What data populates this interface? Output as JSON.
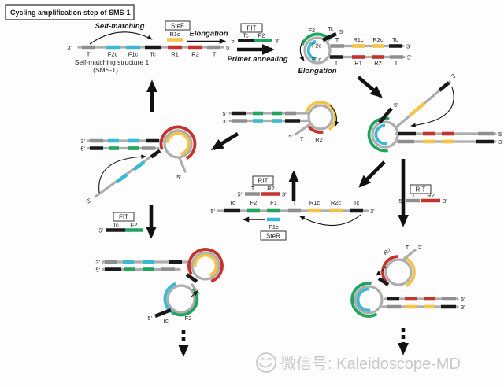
{
  "title": "Cycling amplification step of SMS-1",
  "colors": {
    "cyan": "#3BB8D4",
    "green": "#21A45D",
    "red": "#C5332D",
    "yellow": "#F2C449",
    "strand_gray": "#ADADAD",
    "segment_gray": "#8F8F8F",
    "black": "#1A1A1A",
    "watermark_gray": "#C9C9C9"
  },
  "sms1": {
    "self_matching": "Self-matching",
    "end3": "3'",
    "end5": "5'",
    "segments": [
      "T",
      "F2c",
      "F1c",
      "Tc",
      "R1",
      "R2",
      "T"
    ],
    "caption1": "Self-matching structure 1",
    "caption2": "(SMS-1)"
  },
  "stef": {
    "label": "SteF",
    "segment": "R1c",
    "elongation": "Elongation"
  },
  "fit_top": {
    "label": "FIT",
    "end5": "5'",
    "end3": "3'",
    "seg_tc": "Tc",
    "seg_f2": "F2",
    "action": "Primer annealing"
  },
  "hp_top_right": {
    "loop_f2": "F2",
    "loop_f2c": "F2c",
    "loop_f1c": "F1c",
    "tail_tc": "Tc",
    "tail_end5": "5'",
    "top_segments": [
      "T",
      "R1c",
      "R2c",
      "Tc"
    ],
    "top_end3": "3'",
    "bottom_segments": [
      "T",
      "R1",
      "R2",
      "T"
    ],
    "bottom_end5": "5'",
    "elongation": "Elongation"
  },
  "branch_right": {
    "tail_end5": "5'",
    "diag_end3": "3'",
    "top_end5": "5'",
    "bottom_end3": "3'"
  },
  "rit_mid": {
    "label": "RIT",
    "end5": "5'",
    "end3": "3'",
    "seg_t": "T",
    "seg_r2": "R2"
  },
  "strand_mid": {
    "end5": "5'",
    "end3": "3'",
    "segments": [
      "Tc",
      "F2",
      "F1",
      "T",
      "R1c",
      "R2c",
      "Tc"
    ],
    "f1c": "F1c",
    "ster": "SteR"
  },
  "hp_mid": {
    "end5": "5'",
    "end3": "3'",
    "tail_end5": "5'",
    "tail_t": "T",
    "r2": "R2"
  },
  "hp_left": {
    "end3": "3'",
    "end5": "5'",
    "tail_end5": "5'",
    "diag_end3": "3'"
  },
  "fit_left": {
    "label": "FIT",
    "end5": "5'",
    "seg_tc": "Tc",
    "seg_f2": "F2"
  },
  "dl_left": {
    "end3": "3'",
    "end5": "5'",
    "tail_end5": "5'",
    "tail_tc": "Tc",
    "f2": "F2"
  },
  "rit_right": {
    "label": "RIT",
    "end5": "5'",
    "end3": "3'",
    "seg_t": "T",
    "seg_r2": "R2"
  },
  "dl_right": {
    "r2": "R2",
    "t": "T",
    "tail_end5": "5'",
    "stem_end5": "5'",
    "stem_end3": "3'"
  },
  "watermark": "微信号: Kaleidoscope-MD"
}
